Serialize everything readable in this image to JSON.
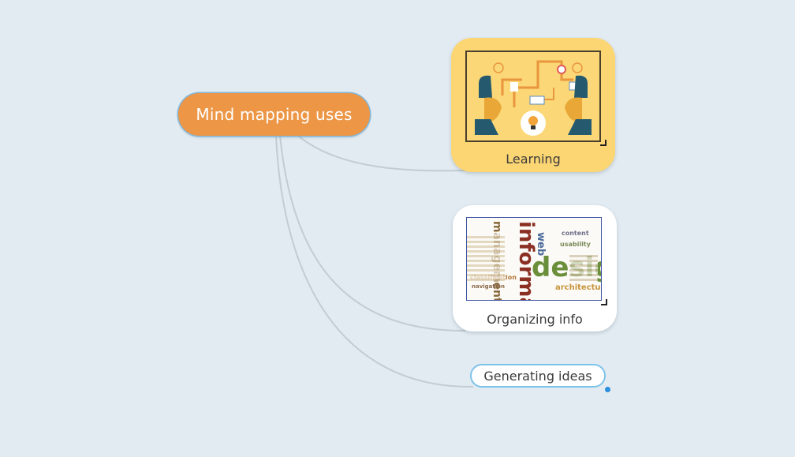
{
  "map": {
    "background_color": "#e2ebf1",
    "connector_color": "#c3ccd2"
  },
  "root": {
    "label": "Mind mapping uses",
    "color": "#ec9646",
    "text_color": "#ffffff"
  },
  "topics": [
    {
      "label": "Learning",
      "type": "image-topic",
      "color": "#fcd673",
      "image_description": "two people silhouettes facing each other with gears and a lightbulb between them"
    },
    {
      "label": "Organizing info",
      "type": "image-topic",
      "color": "#ffffff",
      "image_description": "word cloud",
      "word_cloud": {
        "words": [
          "information",
          "design",
          "management",
          "web",
          "architecture",
          "classification",
          "navigation",
          "usability",
          "content"
        ]
      }
    },
    {
      "label": "Generating ideas",
      "type": "text-topic",
      "selected": true,
      "color": "#ffffff",
      "border_color": "#7ec3ea"
    }
  ]
}
